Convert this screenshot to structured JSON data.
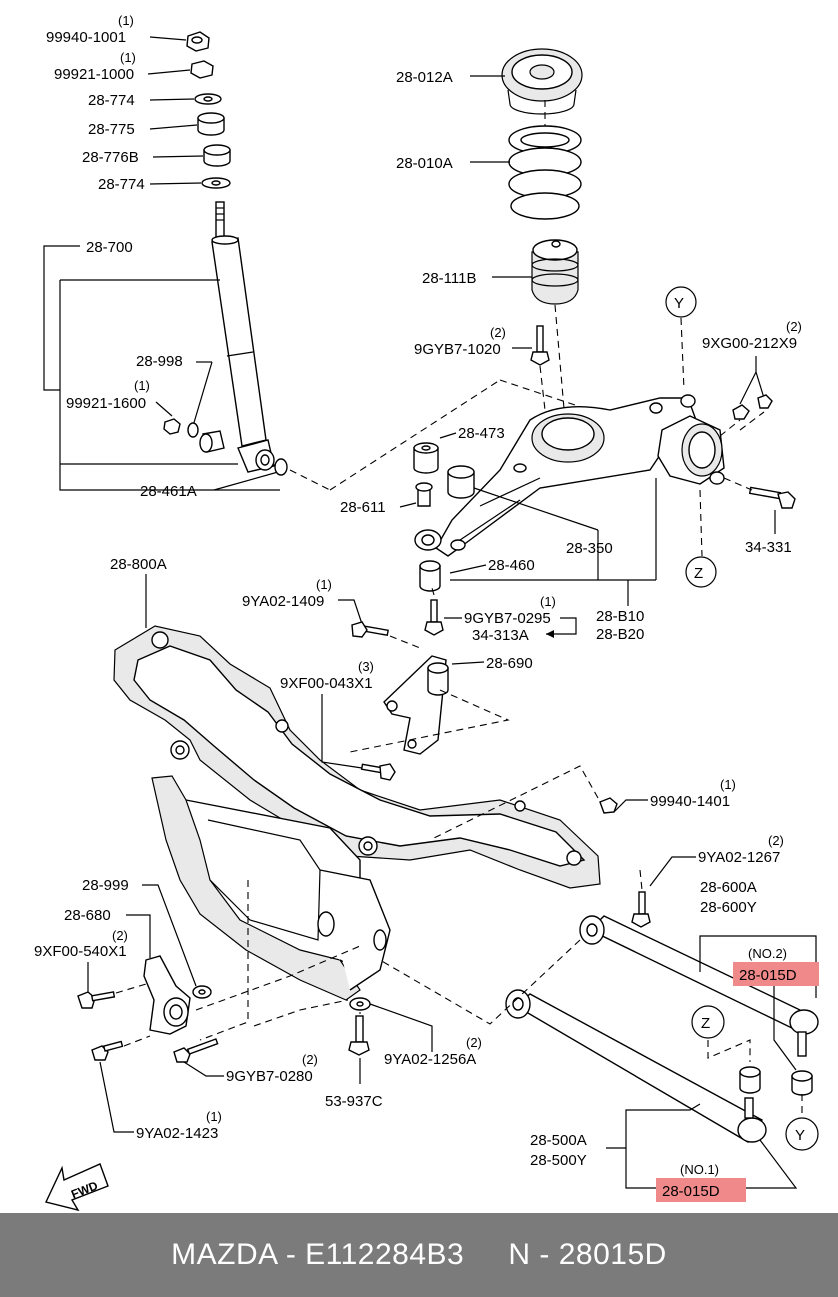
{
  "callouts": [
    {
      "id": "99940-1001",
      "qty": "(1)"
    },
    {
      "id": "99921-1000",
      "qty": "(1)"
    },
    {
      "id": "28-774a",
      "label": "28-774"
    },
    {
      "id": "28-775",
      "label": "28-775"
    },
    {
      "id": "28-776B",
      "label": "28-776B"
    },
    {
      "id": "28-774b",
      "label": "28-774"
    },
    {
      "id": "28-700",
      "label": "28-700"
    },
    {
      "id": "28-998",
      "label": "28-998"
    },
    {
      "id": "99921-1600",
      "label": "99921-1600",
      "qty": "(1)"
    },
    {
      "id": "28-461A",
      "label": "28-461A"
    },
    {
      "id": "28-012A",
      "label": "28-012A"
    },
    {
      "id": "28-010A",
      "label": "28-010A"
    },
    {
      "id": "28-111B",
      "label": "28-111B"
    },
    {
      "id": "9GYB7-1020",
      "label": "9GYB7-1020",
      "qty": "(2)"
    },
    {
      "id": "9XG00-212X9",
      "label": "9XG00-212X9",
      "qty": "(2)"
    },
    {
      "id": "28-473",
      "label": "28-473"
    },
    {
      "id": "28-611",
      "label": "28-611"
    },
    {
      "id": "28-350",
      "label": "28-350"
    },
    {
      "id": "28-460",
      "label": "28-460"
    },
    {
      "id": "34-331",
      "label": "34-331"
    },
    {
      "id": "28-B10",
      "label": "28-B10"
    },
    {
      "id": "28-B20",
      "label": "28-B20"
    },
    {
      "id": "9GYB7-0295",
      "label": "9GYB7-0295",
      "qty": "(1)"
    },
    {
      "id": "34-313A",
      "label": "34-313A"
    },
    {
      "id": "28-800A",
      "label": "28-800A"
    },
    {
      "id": "9YA02-1409",
      "label": "9YA02-1409",
      "qty": "(1)"
    },
    {
      "id": "28-690",
      "label": "28-690"
    },
    {
      "id": "9XF00-043X1",
      "label": "9XF00-043X1",
      "qty": "(3)"
    },
    {
      "id": "99940-1401",
      "label": "99940-1401",
      "qty": "(1)"
    },
    {
      "id": "9YA02-1267",
      "label": "9YA02-1267",
      "qty": "(2)"
    },
    {
      "id": "28-600A",
      "label": "28-600A"
    },
    {
      "id": "28-600Y",
      "label": "28-600Y"
    },
    {
      "id": "no2",
      "label": "(NO.2)"
    },
    {
      "id": "28-015D-a",
      "label": "28-015D"
    },
    {
      "id": "28-999",
      "label": "28-999"
    },
    {
      "id": "28-680",
      "label": "28-680"
    },
    {
      "id": "9XF00-540X1",
      "label": "9XF00-540X1",
      "qty": "(2)"
    },
    {
      "id": "9GYB7-0280",
      "label": "9GYB7-0280",
      "qty": "(2)"
    },
    {
      "id": "9YA02-1256A",
      "label": "9YA02-1256A",
      "qty": "(2)"
    },
    {
      "id": "53-937C",
      "label": "53-937C"
    },
    {
      "id": "9YA02-1423",
      "label": "9YA02-1423",
      "qty": "(1)"
    },
    {
      "id": "28-500A",
      "label": "28-500A"
    },
    {
      "id": "28-500Y",
      "label": "28-500Y"
    },
    {
      "id": "no1",
      "label": "(NO.1)"
    },
    {
      "id": "28-015D-b",
      "label": "28-015D"
    }
  ],
  "labels": {
    "l99940_1001": "99940-1001",
    "l99921_1000": "99921-1000",
    "l28_774a": "28-774",
    "l28_775": "28-775",
    "l28_776B": "28-776B",
    "l28_774b": "28-774",
    "l28_700": "28-700",
    "l28_998": "28-998",
    "l99921_1600": "99921-1600",
    "l28_461A": "28-461A",
    "l28_012A": "28-012A",
    "l28_010A": "28-010A",
    "l28_111B": "28-111B",
    "l9GYB7_1020": "9GYB7-1020",
    "l9XG00": "9XG00-212X9",
    "l28_473": "28-473",
    "l28_611": "28-611",
    "l28_350": "28-350",
    "l28_460": "28-460",
    "l34_331": "34-331",
    "l28_B10": "28-B10",
    "l28_B20": "28-B20",
    "l9GYB7_0295": "9GYB7-0295",
    "l34_313A": "34-313A",
    "l28_800A": "28-800A",
    "l9YA02_1409": "9YA02-1409",
    "l28_690": "28-690",
    "l9XF00_043": "9XF00-043X1",
    "l99940_1401": "99940-1401",
    "l9YA02_1267": "9YA02-1267",
    "l28_600A": "28-600A",
    "l28_600Y": "28-600Y",
    "lno2": "(NO.2)",
    "l28_015D_a": "28-015D",
    "l28_999": "28-999",
    "l28_680": "28-680",
    "l9XF00_540": "9XF00-540X1",
    "l9GYB7_0280": "9GYB7-0280",
    "l9YA02_1256A": "9YA02-1256A",
    "l53_937C": "53-937C",
    "l9YA02_1423": "9YA02-1423",
    "l28_500A": "28-500A",
    "l28_500Y": "28-500Y",
    "lno1": "(NO.1)",
    "l28_015D_b": "28-015D",
    "markerY": "Y",
    "markerZ": "Z",
    "fwd": "FWD"
  },
  "qty": {
    "q1": "(1)",
    "q2": "(2)",
    "q3": "(3)"
  },
  "footer": {
    "brand": "MAZDA - E112284B3",
    "part": "N - 28015D"
  },
  "colors": {
    "highlight": "#f08a8a",
    "footer_bg": "#7b7b7b",
    "footer_text": "#ffffff"
  }
}
